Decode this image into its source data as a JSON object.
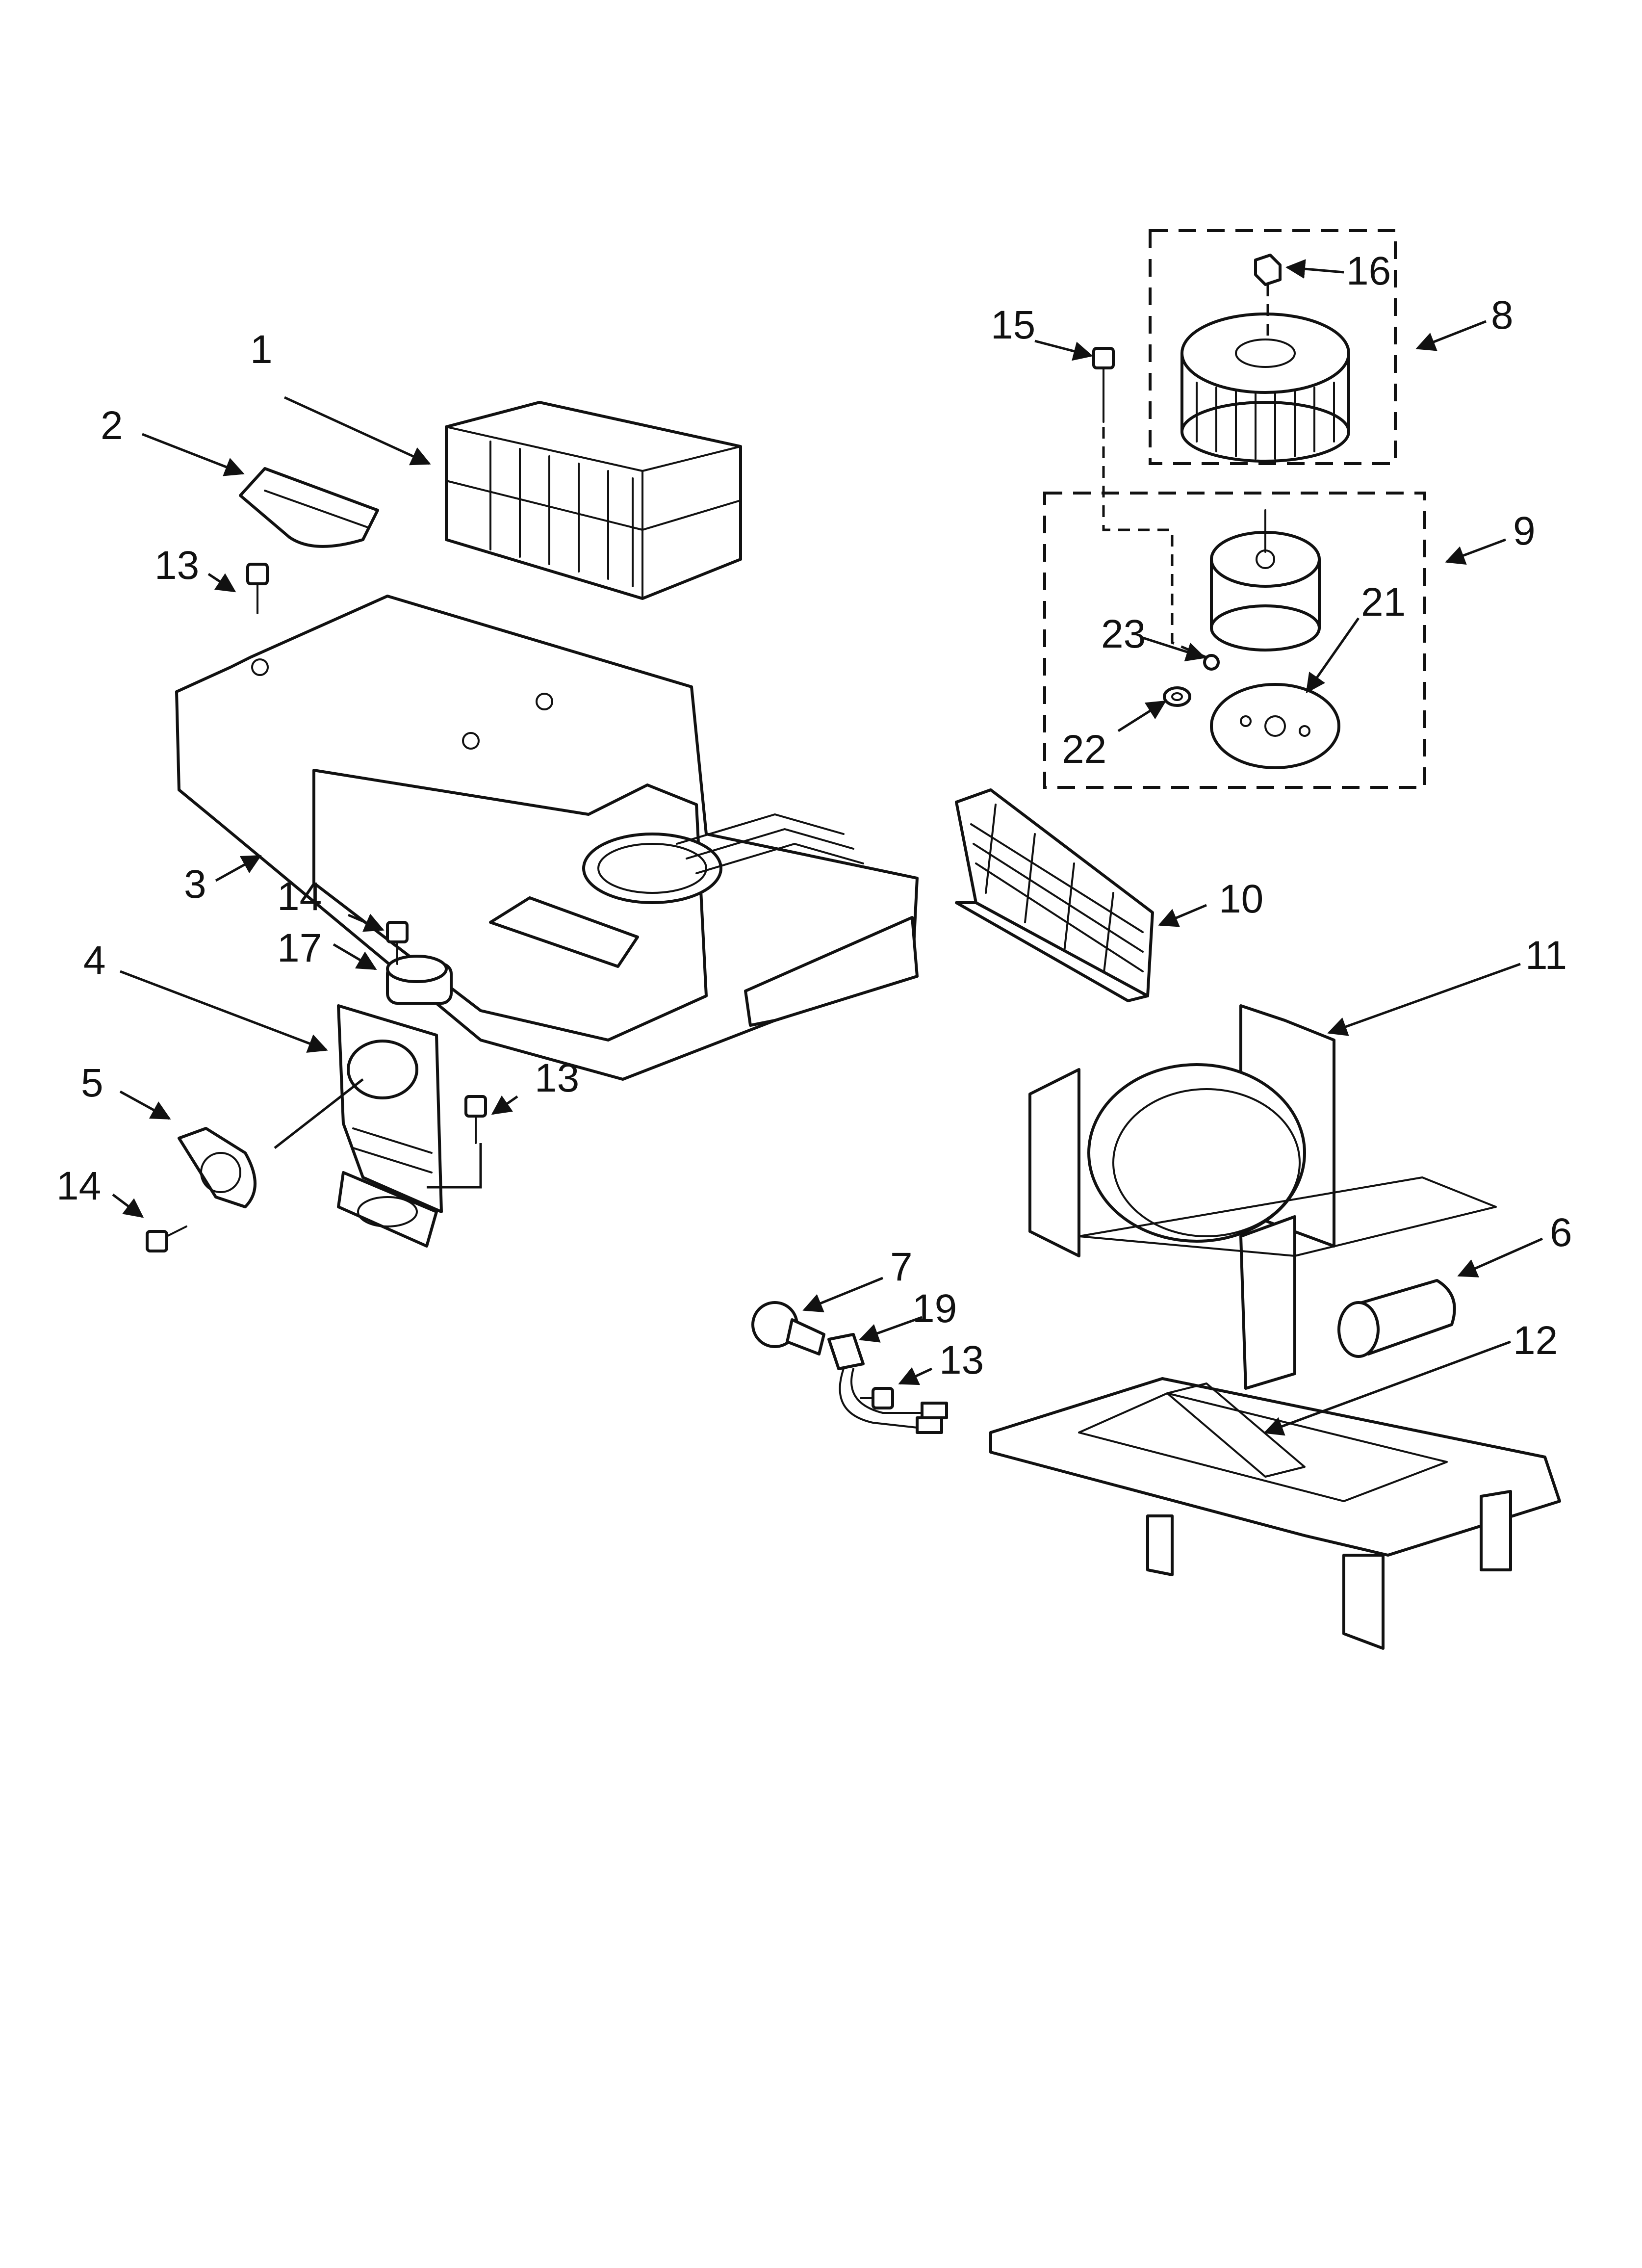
{
  "callouts": [
    {
      "id": "c1",
      "text": "1"
    },
    {
      "id": "c2",
      "text": "2"
    },
    {
      "id": "c3",
      "text": "3"
    },
    {
      "id": "c4",
      "text": "4"
    },
    {
      "id": "c5",
      "text": "5"
    },
    {
      "id": "c6",
      "text": "6"
    },
    {
      "id": "c7",
      "text": "7"
    },
    {
      "id": "c8",
      "text": "8"
    },
    {
      "id": "c9",
      "text": "9"
    },
    {
      "id": "c10",
      "text": "10"
    },
    {
      "id": "c11",
      "text": "11"
    },
    {
      "id": "c12",
      "text": "12"
    },
    {
      "id": "c13a",
      "text": "13"
    },
    {
      "id": "c13b",
      "text": "13"
    },
    {
      "id": "c13c",
      "text": "13"
    },
    {
      "id": "c14a",
      "text": "14"
    },
    {
      "id": "c14b",
      "text": "14"
    },
    {
      "id": "c15",
      "text": "15"
    },
    {
      "id": "c16",
      "text": "16"
    },
    {
      "id": "c17",
      "text": "17"
    },
    {
      "id": "c19",
      "text": "19"
    },
    {
      "id": "c21",
      "text": "21"
    },
    {
      "id": "c22",
      "text": "22"
    },
    {
      "id": "c23",
      "text": "23"
    }
  ]
}
